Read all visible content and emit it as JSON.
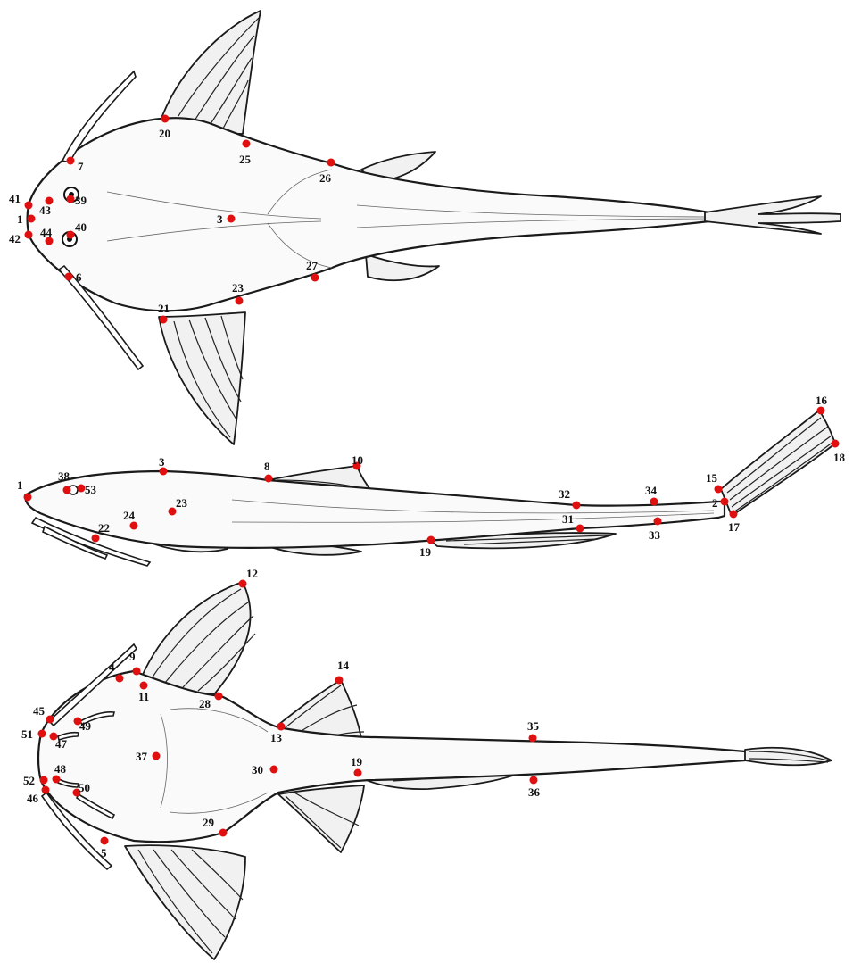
{
  "landmark_color": "#e01010",
  "views": {
    "dorsal": {
      "landmarks": [
        "1",
        "3",
        "6",
        "7",
        "20",
        "21",
        "23",
        "25",
        "26",
        "27",
        "39",
        "40",
        "41",
        "42",
        "43",
        "44"
      ]
    },
    "lateral": {
      "landmarks": [
        "1",
        "2",
        "3",
        "8",
        "10",
        "15",
        "16",
        "17",
        "18",
        "19",
        "22",
        "23",
        "24",
        "31",
        "32",
        "33",
        "34",
        "38",
        "53"
      ]
    },
    "ventral": {
      "landmarks": [
        "4",
        "5",
        "9",
        "11",
        "12",
        "13",
        "14",
        "19",
        "28",
        "29",
        "30",
        "35",
        "36",
        "37",
        "45",
        "46",
        "47",
        "48",
        "49",
        "50",
        "51",
        "52"
      ]
    }
  }
}
